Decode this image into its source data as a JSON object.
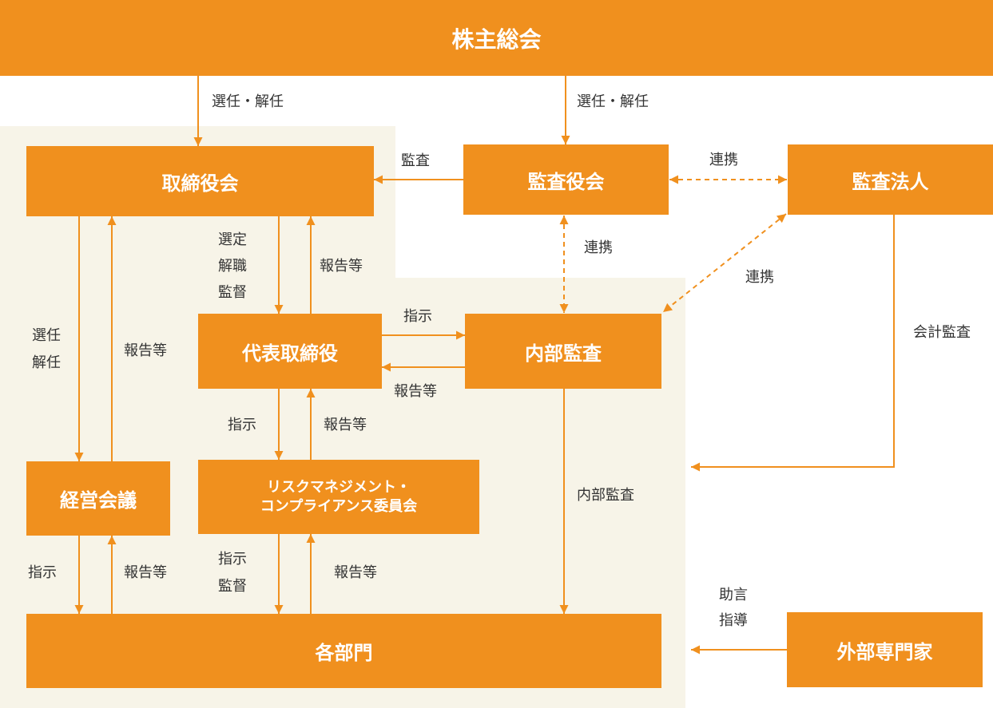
{
  "colors": {
    "box": "#f0901e",
    "panel": "#f7f4e8",
    "label_text": "#333333",
    "box_text": "#ffffff"
  },
  "nodes": {
    "shareholders_meeting": "株主総会",
    "board": "取締役会",
    "audit_board": "監査役会",
    "audit_firm": "監査法人",
    "ceo": "代表取締役",
    "internal_audit": "内部監査",
    "management_meeting": "経営会議",
    "risk_committee": [
      "リスクマネジメント・",
      "コンプライアンス委員会"
    ],
    "departments": "各部門",
    "external_experts": "外部専門家"
  },
  "edges": {
    "shareholders_to_board": "選任・解任",
    "shareholders_to_audit_board": "選任・解任",
    "audit_board_to_board": "監査",
    "audit_board_audit_firm": "連携",
    "audit_board_internal_audit": "連携",
    "audit_firm_internal_audit": "連携",
    "audit_firm_accounting_audit": "会計監査",
    "board_to_management_meeting": [
      "選任",
      "解任"
    ],
    "management_meeting_to_board": "報告等",
    "board_to_ceo": [
      "選定",
      "解職",
      "監督"
    ],
    "ceo_to_board": "報告等",
    "ceo_to_internal_audit": "指示",
    "internal_audit_to_ceo": "報告等",
    "ceo_to_risk_committee": "指示",
    "risk_committee_to_ceo": "報告等",
    "management_meeting_to_departments": "指示",
    "departments_to_management_meeting": "報告等",
    "risk_committee_to_departments": [
      "指示",
      "監督"
    ],
    "departments_to_risk_committee": "報告等",
    "internal_audit_to_departments": "内部監査",
    "external_experts_to_departments": [
      "助言",
      "指導"
    ]
  }
}
